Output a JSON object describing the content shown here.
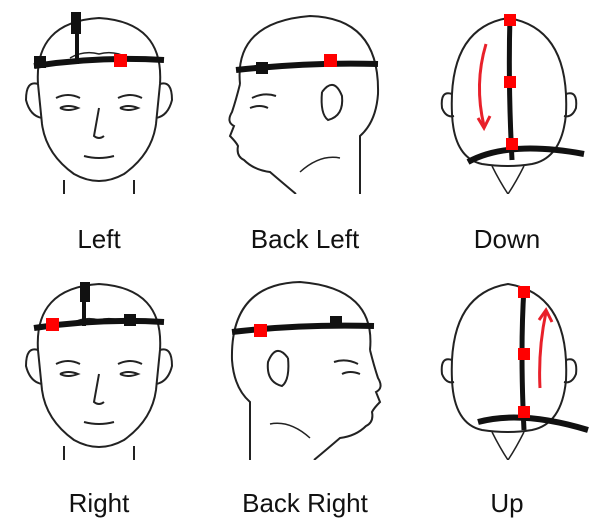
{
  "positions": [
    {
      "label": "Left",
      "view": "front",
      "marker": "left"
    },
    {
      "label": "Back Left",
      "view": "side-left",
      "marker": "back"
    },
    {
      "label": "Down",
      "view": "top",
      "arrow": "down"
    },
    {
      "label": "Right",
      "view": "front",
      "marker": "right"
    },
    {
      "label": "Back Right",
      "view": "side-right",
      "marker": "back"
    },
    {
      "label": "Up",
      "view": "top",
      "arrow": "up"
    }
  ],
  "colors": {
    "electrode": "#ff0000",
    "reference": "#111111",
    "band": "#111111",
    "arrow": "#e8202a",
    "line": "#222222"
  }
}
